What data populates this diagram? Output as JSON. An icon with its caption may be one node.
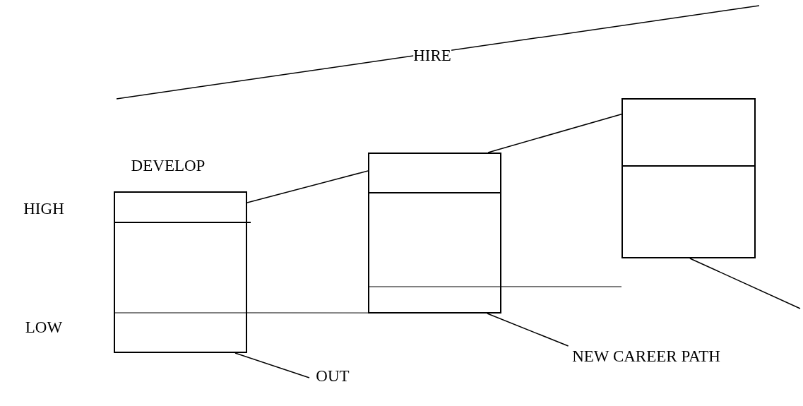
{
  "diagram": {
    "nodes": [
      {
        "text": [],
        "shape": "box"
      },
      {
        "text": [],
        "shape": "box"
      },
      {
        "text": [],
        "shape": "box"
      },
      {
        "text": [
          "OUT"
        ]
      },
      {
        "text": [
          "NEW CAREER PATH"
        ]
      }
    ],
    "edges": [
      {
        "from": 0,
        "to": 1,
        "arrow": "none"
      },
      {
        "from": 1,
        "to": 2,
        "arrow": "none"
      },
      {
        "from": 3,
        "to": 0,
        "arrow": "none"
      },
      {
        "from": 4,
        "to": 1,
        "arrow": "none"
      },
      {
        "from": 2,
        "to": null,
        "arrow": "none"
      },
      {
        "from": 0,
        "to": 1,
        "arrow": "none"
      },
      {
        "from": 1,
        "to": null,
        "arrow": "none"
      }
    ],
    "labels": [
      "HIRE",
      "DEVELOP",
      "HIGH",
      "LOW"
    ]
  }
}
